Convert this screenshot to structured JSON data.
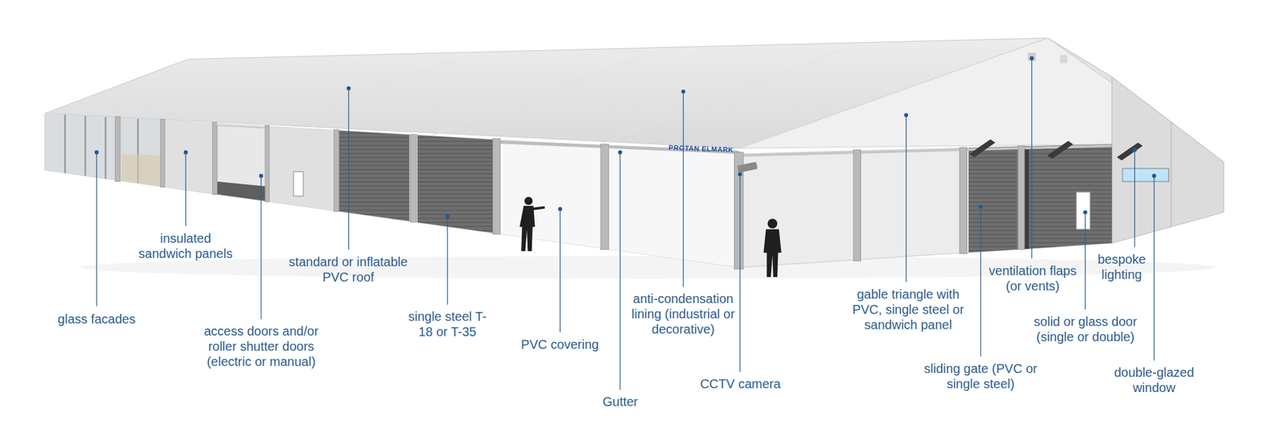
{
  "diagram": {
    "labels": [
      "glass facades",
      "insulated sandwich panels",
      "access doors and/or roller shutter doors (electric or manual)",
      "standard or inflatable PVC roof",
      "single steel T-18 or T-35",
      "PVC covering",
      "Gutter",
      "anti-condensation lining (industrial or decorative)",
      "CCTV camera",
      "gable triangle with PVC, single steel or sandwich panel",
      "ventilation flaps (or vents)",
      "sliding gate (PVC or single steel)",
      "bespoke lighting",
      "solid or glass door (single or double)",
      "double-glazed window",
      "PROTAN ELMARK"
    ]
  }
}
